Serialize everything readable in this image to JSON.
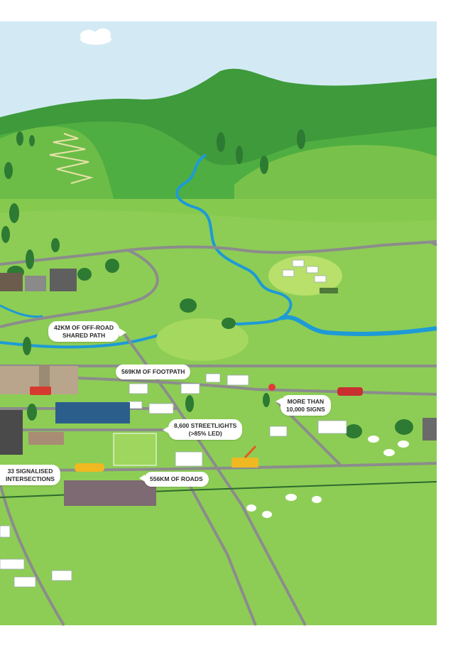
{
  "callouts": {
    "shared_path": {
      "line1": "42KM OF OFF-ROAD",
      "line2": "SHARED PATH"
    },
    "footpath": {
      "line1": "569KM OF FOOTPATH"
    },
    "signs": {
      "line1": "MORE THAN",
      "line2": "10,000 SIGNS"
    },
    "streetlights": {
      "line1": "8,600 STREETLIGHTS",
      "line2": "(>85% LED)"
    },
    "intersections": {
      "line1": "33 SIGNALISED",
      "line2": "INTERSECTIONS"
    },
    "roads": {
      "line1": "556KM OF ROADS"
    }
  },
  "colors": {
    "sky": "#cfe7f2",
    "hill_dark": "#3f9a3d",
    "hill_mid": "#5cb544",
    "grass": "#7cc64a",
    "field": "#8fcf58",
    "road": "#8c8c8c",
    "river": "#1e9ad6"
  }
}
